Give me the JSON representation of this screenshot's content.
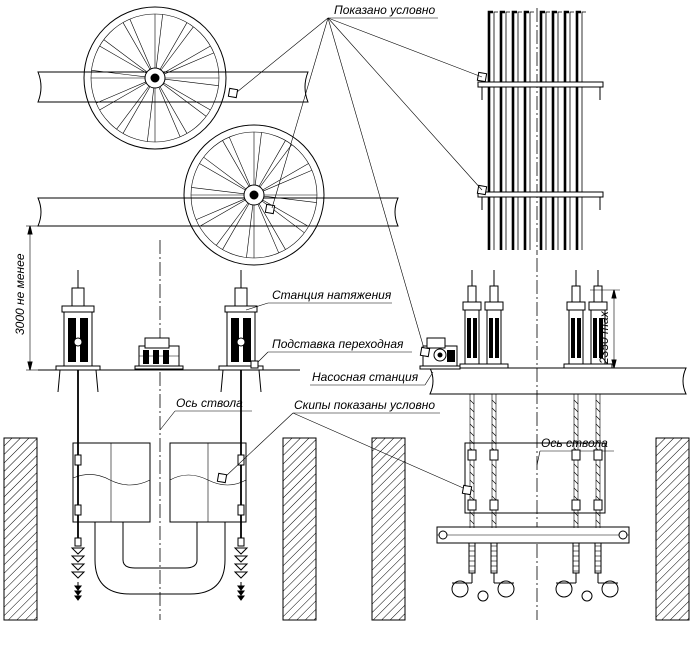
{
  "labels": {
    "shown_conventionally": "Показано условно",
    "tension_station": "Станция натяжения",
    "transition_stand": "Подставка переходная",
    "pump_station": "Насосная станция",
    "shaft_axis_left": "Ось ствола",
    "skips_conventional": "Скипы показаны условно",
    "shaft_axis_right": "Ось ствола"
  },
  "dimensions": {
    "min_height": "3000 не менее",
    "max_height": "2350 max"
  }
}
